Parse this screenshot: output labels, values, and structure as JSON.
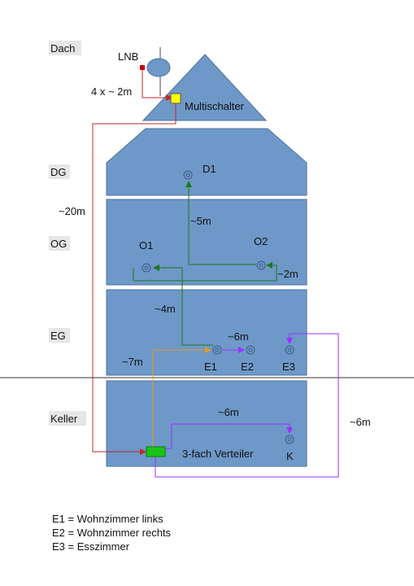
{
  "floors": {
    "dach": "Dach",
    "dg": "DG",
    "og": "OG",
    "eg": "EG",
    "keller": "Keller"
  },
  "devices": {
    "lnb": "LNB",
    "multischalter": "Multischalter",
    "verteiler": "3-fach Verteiler"
  },
  "outlets": {
    "d1": "D1",
    "o1": "O1",
    "o2": "O2",
    "e1": "E1",
    "e2": "E2",
    "e3": "E3",
    "k": "K"
  },
  "cables": {
    "lnb_to_multischalter": "4 x ~ 2m",
    "multischalter_to_verteiler": "~20m",
    "o2_to_d1": "~5m",
    "o2_feed": "~2m",
    "eg_to_o1": "~4m",
    "e1_to_e2": "~6m",
    "verteiler_to_e1": "~7m",
    "verteiler_to_k": "~6m",
    "verteiler_to_e3": "~6m"
  },
  "legend": [
    "E1 = Wohnzimmer links",
    "E2 = Wohnzimmer rechts",
    "E3 = Esszimmer"
  ],
  "colors": {
    "house_fill": "#6e98c8",
    "house_stroke": "#4a72a2",
    "label_bg": "#e6e6e6",
    "cable_red": "#c0272d",
    "cable_green": "#1a7a1a",
    "cable_orange": "#e59a2c",
    "cable_purple": "#9b30ff",
    "multischalter_yellow": "#ffff00",
    "verteiler_green": "#18c318",
    "lnb_red": "#cc0000"
  }
}
